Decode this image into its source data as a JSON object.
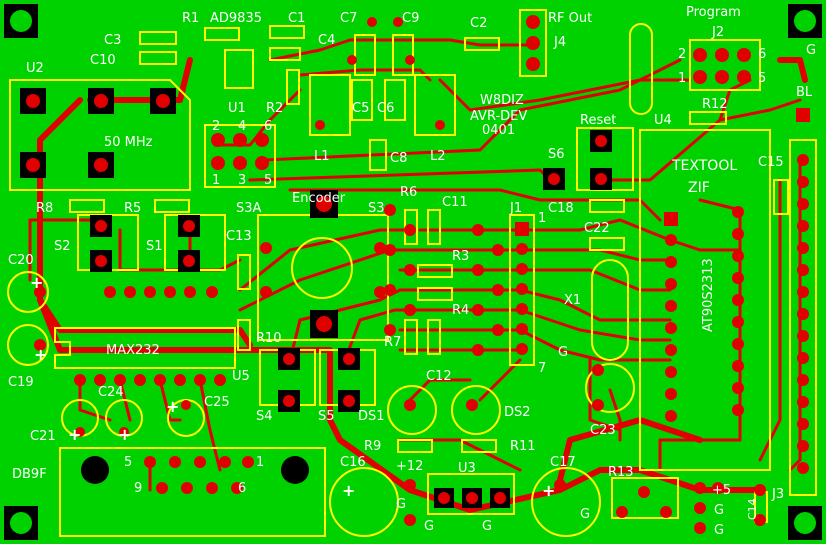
{
  "board": {
    "background": "#00d200",
    "silkscreen_color": "#ffff00",
    "trace_color": "#e00000",
    "label_color": "#ffffff"
  },
  "labels": {
    "R1": "R1",
    "AD9835": "AD9835",
    "C1": "C1",
    "C7": "C7",
    "C9": "C9",
    "C2": "C2",
    "RF_Out": "RF Out",
    "Program": "Program",
    "C3": "C3",
    "C10": "C10",
    "C4": "C4",
    "J4": "J4",
    "J2": "J2",
    "U2": "U2",
    "U1": "U1",
    "R2": "R2",
    "C5": "C5",
    "C6": "C6",
    "W8DIZ": "W8DIZ",
    "AVR_DEV": "AVR-DEV",
    "ver": "0401",
    "p2": "2",
    "p4": "4",
    "p6": "6",
    "p1": "1",
    "p3": "3",
    "p5": "5",
    "j2_2": "2",
    "j2_1": "1",
    "j2_6": "6",
    "j2_5": "5",
    "G_top": "G",
    "R12": "R12",
    "BL": "BL",
    "U4": "U4",
    "Reset": "Reset",
    "MHz": "50 MHz",
    "L1": "L1",
    "C8": "C8",
    "L2": "L2",
    "S6": "S6",
    "TEXTOOL": "TEXTOOL",
    "ZIF": "ZIF",
    "C15": "C15",
    "R8": "R8",
    "R5": "R5",
    "S3A": "S3A",
    "Encoder": "Encoder",
    "S3": "S3",
    "R6": "R6",
    "C11": "C11",
    "J1": "J1",
    "J1_1": "1",
    "C18": "C18",
    "C22": "C22",
    "C13": "C13",
    "S2": "S2",
    "S1": "S1",
    "R3": "R3",
    "C20": "C20",
    "X1": "X1",
    "AT90S2313": "AT90S2313",
    "R4": "R4",
    "R10": "R10",
    "R7": "R7",
    "MAX232": "MAX232",
    "C19": "C19",
    "G_mid": "G",
    "J1_7": "7",
    "U5": "U5",
    "C12": "C12",
    "C24": "C24",
    "C25": "C25",
    "S4": "S4",
    "S5": "S5",
    "DS1": "DS1",
    "DS2": "DS2",
    "C21": "C21",
    "C23": "C23",
    "R9": "R9",
    "R11": "R11",
    "DB9F": "DB9F",
    "db5": "5",
    "db1": "1",
    "db9": "9",
    "db6": "6",
    "C16": "C16",
    "plus12": "+12",
    "U3": "U3",
    "C17": "C17",
    "R13": "R13",
    "plus5": "+5",
    "J3": "J3",
    "C14": "C14",
    "G1": "G",
    "G2": "G",
    "G3": "G",
    "G4": "G",
    "G5": "G",
    "G6": "G"
  }
}
